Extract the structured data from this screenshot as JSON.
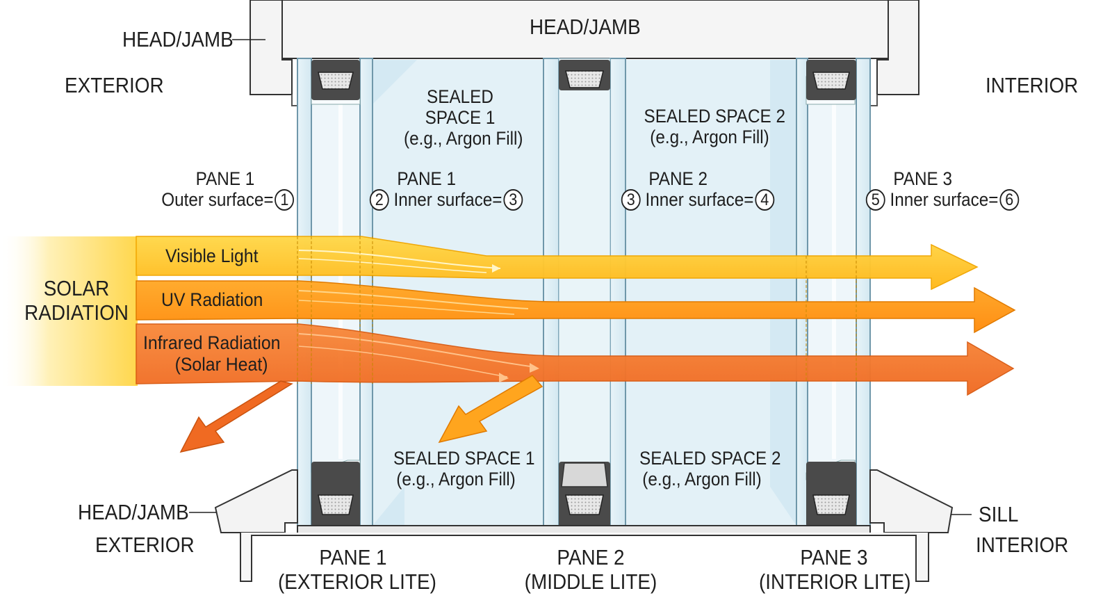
{
  "frame": {
    "top_label": "HEAD/JAMB",
    "head_jamb_left_top": "HEAD/JAMB",
    "head_jamb_left_bottom": "HEAD/JAMB",
    "sill": "SILL",
    "exterior_top": "EXTERIOR",
    "exterior_bottom": "EXTERIOR",
    "interior_top": "INTERIOR",
    "interior_bottom": "INTERIOR"
  },
  "sealed_spaces": {
    "top_1": [
      "SEALED",
      "SPACE 1",
      "(e.g., Argon Fill)"
    ],
    "top_2": [
      "SEALED SPACE 2",
      "(e.g., Argon Fill)"
    ],
    "bottom_1": [
      "SEALED SPACE 1",
      "(e.g., Argon Fill)"
    ],
    "bottom_2": [
      "SEALED SPACE 2",
      "(e.g., Argon Fill)"
    ]
  },
  "surfaces": {
    "pane1_outer": {
      "title": "PANE 1",
      "text": "Outer surface=",
      "num": "1"
    },
    "pane1_inner": {
      "left_num": "2",
      "title": "PANE 1",
      "text": "Inner surface=",
      "num": "3"
    },
    "pane2_inner": {
      "left_num": "3",
      "title": "PANE 2",
      "text": "Inner surface=",
      "num": "4"
    },
    "pane3_inner": {
      "left_num": "5",
      "title": "PANE 3",
      "text": "Inner surface=",
      "num": "6"
    }
  },
  "radiation": {
    "source": [
      "SOLAR",
      "RADIATION"
    ],
    "visible": "Visible Light",
    "uv": "UV Radiation",
    "infrared": [
      "Infrared Radiation",
      "(Solar Heat)"
    ]
  },
  "panes_bottom": [
    {
      "name": "PANE 1",
      "desc": "(EXTERIOR LITE)"
    },
    {
      "name": "PANE 2",
      "desc": "(MIDDLE LITE)"
    },
    {
      "name": "PANE 3",
      "desc": "(INTERIOR LITE)"
    }
  ],
  "colors": {
    "glass": "#cfe6f0",
    "glass_edge": "#7fa9bc",
    "spacer": "#4a4a4a",
    "frame": "#f2f2f2",
    "visible": "#ffc21a",
    "uv": "#ff9a1a",
    "infrared": "#f57a2a"
  }
}
